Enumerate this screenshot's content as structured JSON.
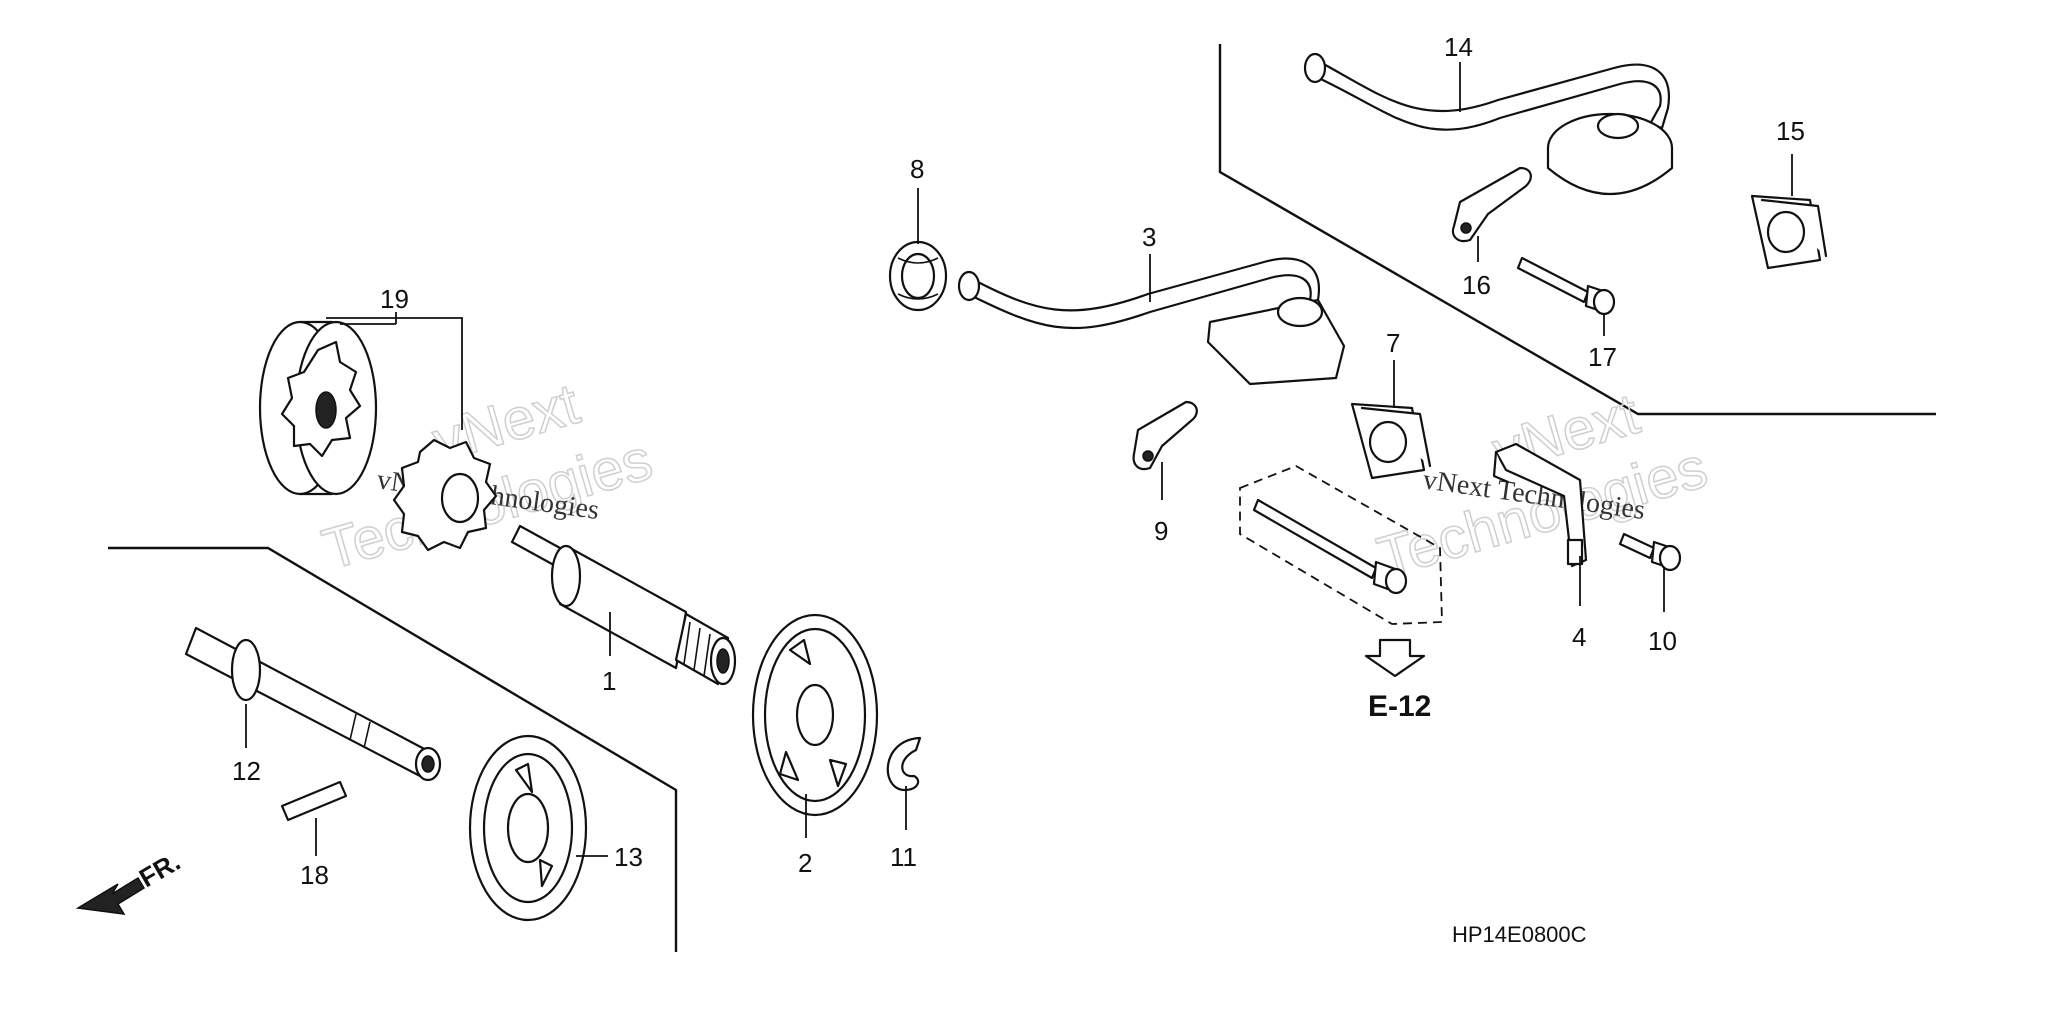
{
  "parts": [
    {
      "ref": "1"
    },
    {
      "ref": "2"
    },
    {
      "ref": "3"
    },
    {
      "ref": "4"
    },
    {
      "ref": "7"
    },
    {
      "ref": "8"
    },
    {
      "ref": "9"
    },
    {
      "ref": "10"
    },
    {
      "ref": "11"
    },
    {
      "ref": "12"
    },
    {
      "ref": "13"
    },
    {
      "ref": "14"
    },
    {
      "ref": "15"
    },
    {
      "ref": "16"
    },
    {
      "ref": "17"
    },
    {
      "ref": "18"
    },
    {
      "ref": "19"
    }
  ],
  "reference_label": "E-12",
  "diagram_code": "HP14E0800C",
  "direction_label": "FR.",
  "watermarks": [
    {
      "small": "vNext Technologies",
      "big_top": "vNext",
      "big_bottom": "Technologies"
    },
    {
      "small": "vNext Technologies",
      "big_top": "vNext",
      "big_bottom": "Technologies"
    }
  ]
}
